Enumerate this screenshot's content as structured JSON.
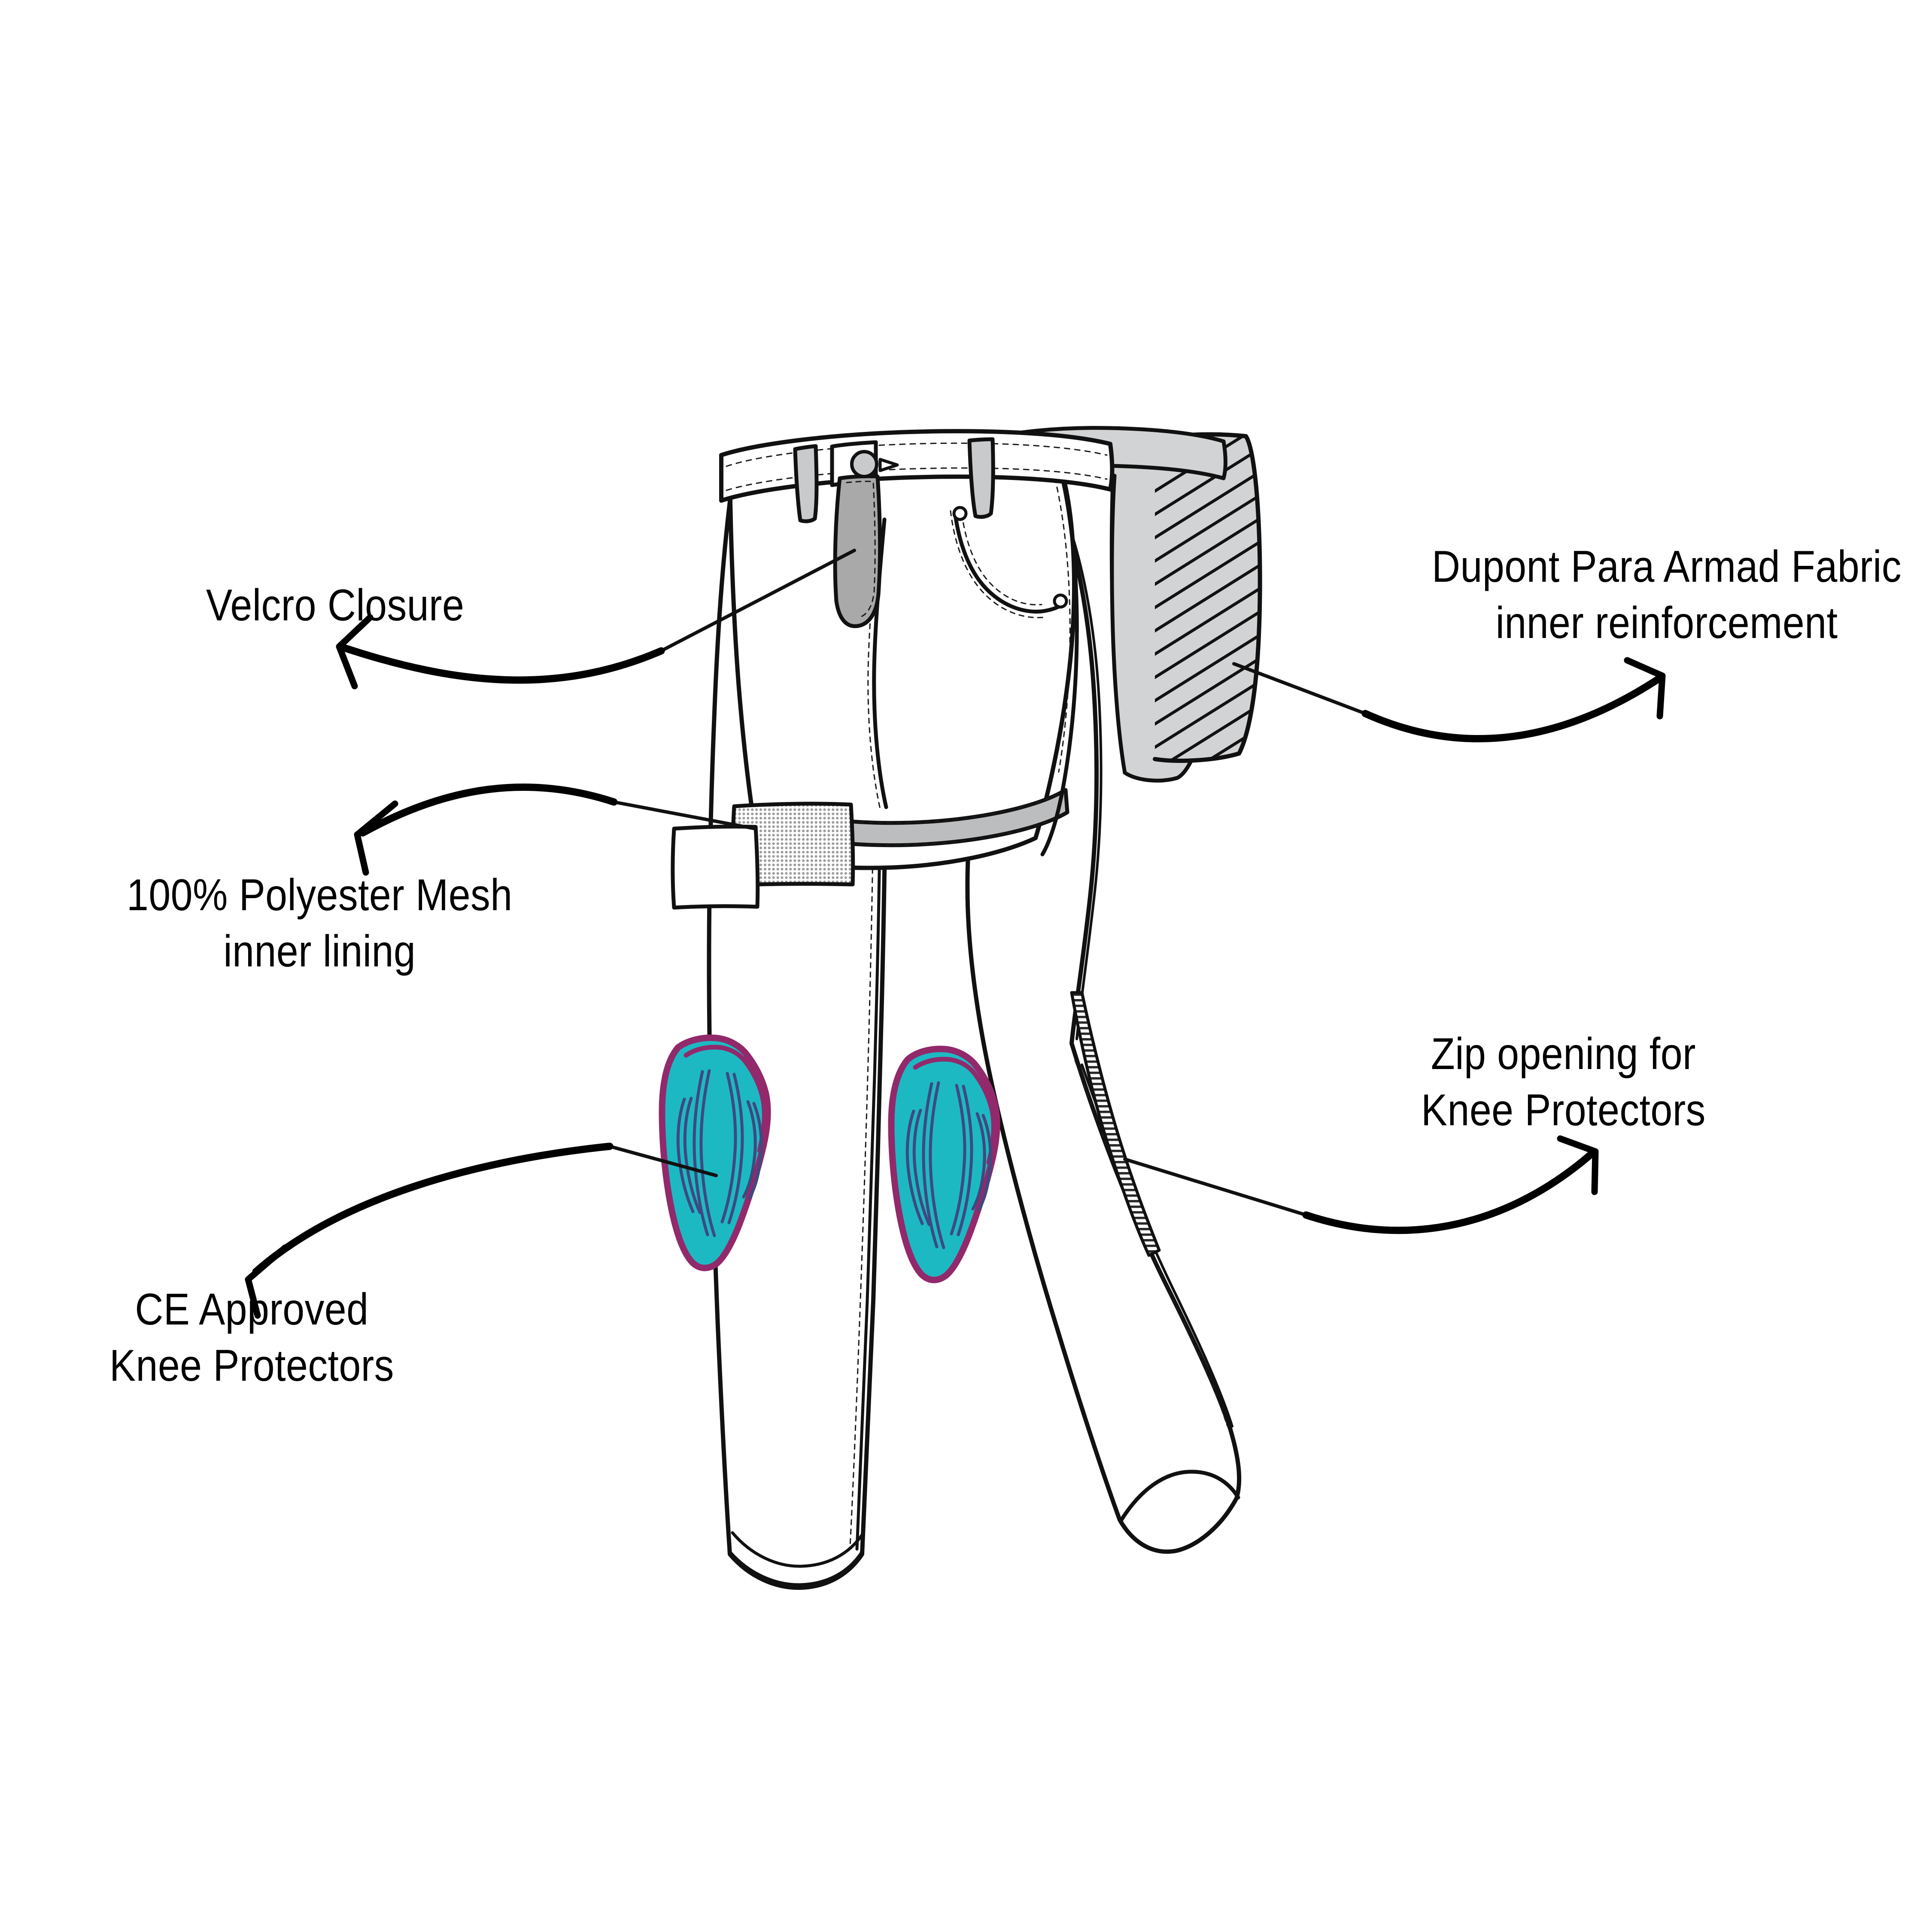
{
  "diagram": {
    "title": "Motorcycle Riding Pants Feature Callout Diagram",
    "subject": "riding-pants-side-view-technical-flat",
    "background_color": "#ffffff"
  },
  "callouts": [
    {
      "id": "velcro-closure",
      "lines": [
        "Velcro Closure"
      ],
      "align": "left",
      "points_to": "waistband-velcro-tab"
    },
    {
      "id": "polyester-mesh",
      "lines": [
        "100% Polyester Mesh",
        "inner lining"
      ],
      "align": "center",
      "points_to": "mesh-swatch"
    },
    {
      "id": "ce-knee-protectors",
      "lines": [
        "CE Approved",
        "Knee Protectors"
      ],
      "align": "center",
      "points_to": "knee-protector-front"
    },
    {
      "id": "dupont-para-aramid",
      "lines": [
        "Dupont Para Armad Fabric",
        "inner reinforcement"
      ],
      "align": "center",
      "points_to": "hatched-reinforcement-panel"
    },
    {
      "id": "zip-opening",
      "lines": [
        "Zip opening for",
        "Knee Protectors"
      ],
      "align": "center",
      "points_to": "side-seam-zipper"
    }
  ],
  "colors": {
    "outline": "#111111",
    "stitch": "#1a1a1a",
    "garment_fill": "#ffffff",
    "panel_gray": "#d2d3d4",
    "velcro_gray": "#a9a9aa",
    "seam_gray": "#bcbdbe",
    "hatch_gray": "#d2d3d4",
    "protector_teal": "#1db9c3",
    "protector_outline": "#92296b",
    "protector_line": "#3d4a80",
    "mesh_gray": "#b9b9b9",
    "label_text": "#000000"
  },
  "parts": {
    "waistband": "waistband",
    "belt_loops": "belt-loops",
    "velcro_tab": "velcro-closure-tab",
    "button": "waist-button",
    "front_pocket": "front-hip-pocket",
    "rivets": "pocket-rivets",
    "seat_panel": "rear-seat-panel",
    "hatch_panel": "para-aramid-reinforcement-panel",
    "mesh_swatch": "polyester-mesh-swatch",
    "plain_swatch": "fabric-swatch",
    "knee_protectors": "ce-knee-protectors",
    "zipper": "knee-protector-zip",
    "thigh_seam": "thigh-seam-band",
    "cuffs": "leg-cuffs"
  }
}
